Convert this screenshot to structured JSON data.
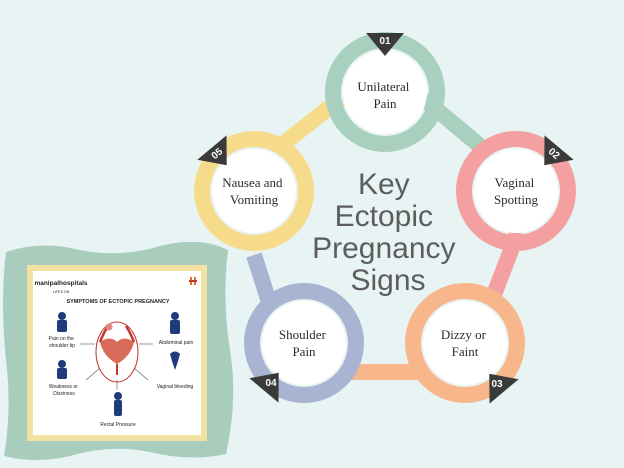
{
  "center": {
    "title_lines": [
      "Key",
      "Ectopic",
      "Pregnancy",
      "Signs"
    ]
  },
  "colors": {
    "background": "#e8f3f3",
    "sign_01": "#a9cfbe",
    "sign_02": "#f4a0a0",
    "sign_03": "#f8b78b",
    "sign_04": "#a8b4d2",
    "sign_05": "#f6dc8a",
    "badge": "#3a3a3a",
    "card_frame": "#f3e3a3",
    "card_blob": "#a9cdbd"
  },
  "signs": [
    {
      "number": "01",
      "lines": [
        "Unilateral",
        "Pain"
      ]
    },
    {
      "number": "02",
      "lines": [
        "Vaginal",
        "Spotting"
      ]
    },
    {
      "number": "03",
      "lines": [
        "Dizzy or",
        "Faint"
      ]
    },
    {
      "number": "04",
      "lines": [
        "Shoulder",
        "Pain"
      ]
    },
    {
      "number": "05",
      "lines": [
        "Nausea and",
        "Vomiting"
      ]
    }
  ],
  "card": {
    "logo": "manipalhospitals",
    "logo_sub": "LIFE'S ON",
    "title": "SYMPTOMS OF ECTOPIC PREGNANCY",
    "labels": {
      "shoulder": [
        "Pain on the",
        "shoulder tip"
      ],
      "abdominal": "Abdominal pain",
      "weakness": [
        "Weakness or",
        "Dizziness"
      ],
      "bleeding": "Vaginal bleeding",
      "rectal": "Rectal Pressure"
    }
  }
}
